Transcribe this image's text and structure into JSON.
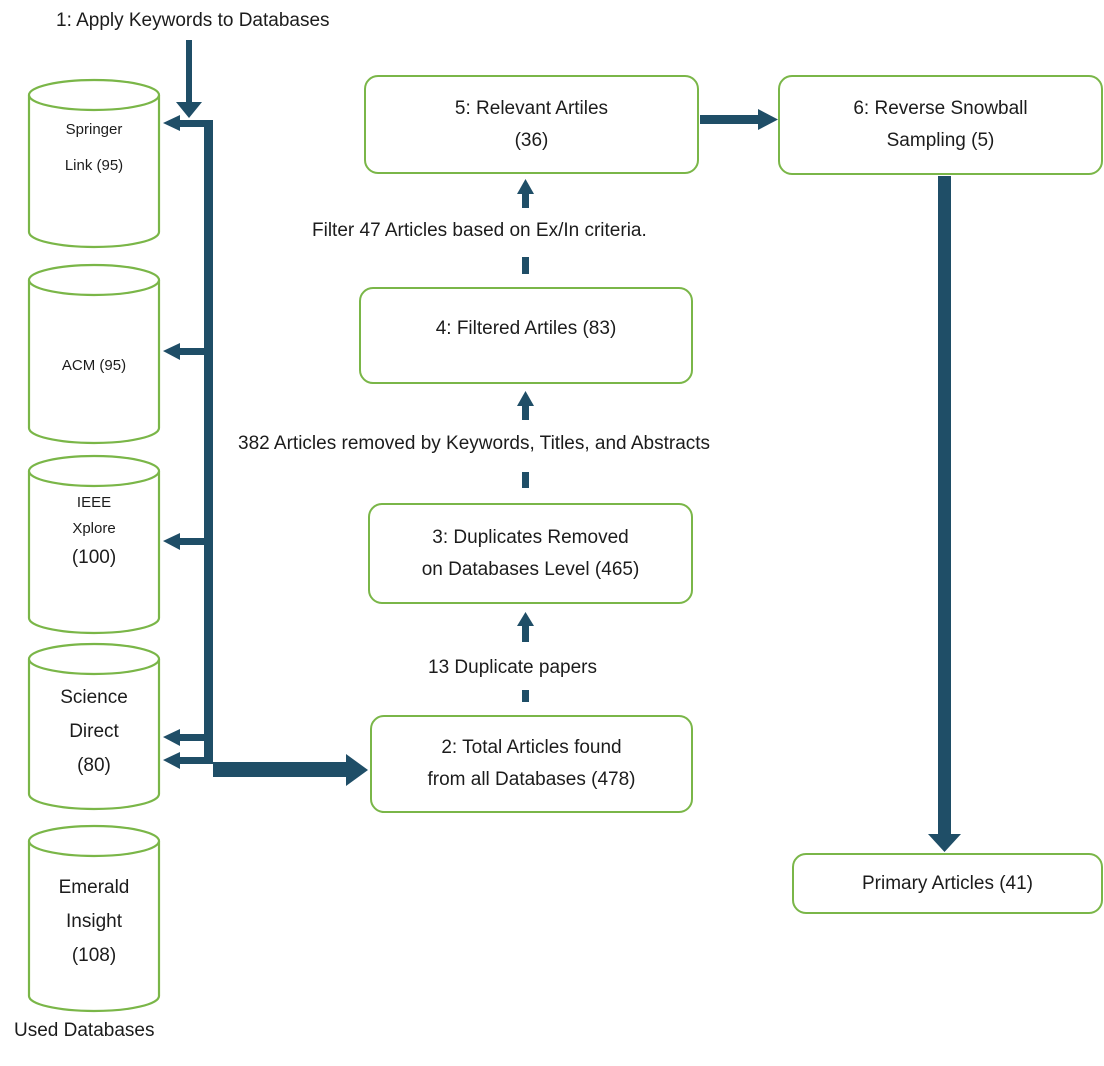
{
  "colors": {
    "connector": "#1f4e67",
    "box_border": "#7ab648",
    "text": "#1c1c1c"
  },
  "header": {
    "label": "1: Apply Keywords to Databases"
  },
  "footer": {
    "label": "Used Databases"
  },
  "databases": [
    {
      "lines": [
        "Springer",
        "Link (95)"
      ]
    },
    {
      "lines": [
        "ACM (95)"
      ]
    },
    {
      "lines": [
        "IEEE",
        "Xplore",
        "(100)"
      ]
    },
    {
      "lines": [
        "Science",
        "Direct",
        "(80)"
      ]
    },
    {
      "lines": [
        "Emerald",
        "Insight",
        "(108)"
      ]
    }
  ],
  "steps": {
    "total": {
      "lines": [
        "2: Total Articles found",
        "from all Databases (478)"
      ]
    },
    "duplicates": {
      "lines": [
        "3: Duplicates Removed",
        "on Databases Level (465)"
      ]
    },
    "filtered": {
      "lines": [
        "4: Filtered Artiles (83)"
      ]
    },
    "relevant": {
      "lines": [
        "5: Relevant Artiles",
        "(36)"
      ]
    },
    "snowball": {
      "lines": [
        "6: Reverse Snowball",
        "Sampling (5)"
      ]
    },
    "primary": {
      "lines": [
        "Primary Articles (41)"
      ]
    }
  },
  "edge_labels": {
    "duplicates_removed": "13 Duplicate papers",
    "keywords_removed": "382 Articles removed by Keywords, Titles, and Abstracts",
    "criteria_filter": "Filter 47 Articles based on Ex/In criteria."
  }
}
